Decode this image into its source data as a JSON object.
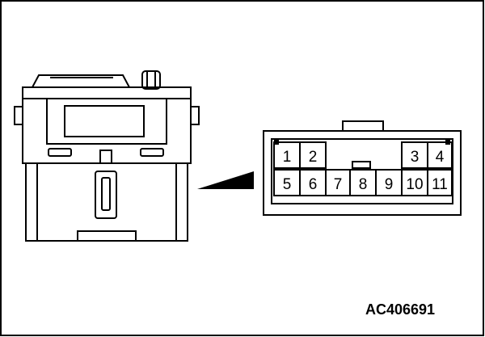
{
  "figure_id": "AC406691",
  "connector": {
    "top_row": [
      "1",
      "2",
      "3",
      "4"
    ],
    "bottom_row": [
      "5",
      "6",
      "7",
      "8",
      "9",
      "10",
      "11"
    ]
  }
}
